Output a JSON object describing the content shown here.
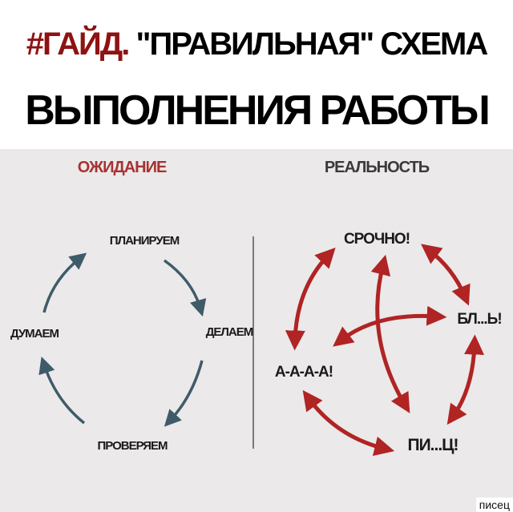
{
  "title": {
    "hashtag": "#ГАЙД.",
    "line1_rest": " \"ПРАВИЛЬНАЯ\" СХЕМА",
    "line2": "ВЫПОЛНЕНИЯ РАБОТЫ"
  },
  "expectation": {
    "header": "ОЖИДАНИЕ",
    "steps": [
      "ПЛАНИРУЕМ",
      "ДЕЛАЕМ",
      "ПРОВЕРЯЕМ",
      "ДУМАЕМ"
    ]
  },
  "reality": {
    "header": "РЕАЛЬНОСТЬ",
    "steps": [
      "СРОЧНО!",
      "БЛ...Ь!",
      "ПИ...Ц!",
      "А-А-А-А!"
    ]
  },
  "watermark": "писец",
  "colors": {
    "accent": "#8e1212",
    "expect_arrow": "#3f5b69",
    "reality_arrow": "#b02424",
    "background": "#ebe9ea"
  }
}
